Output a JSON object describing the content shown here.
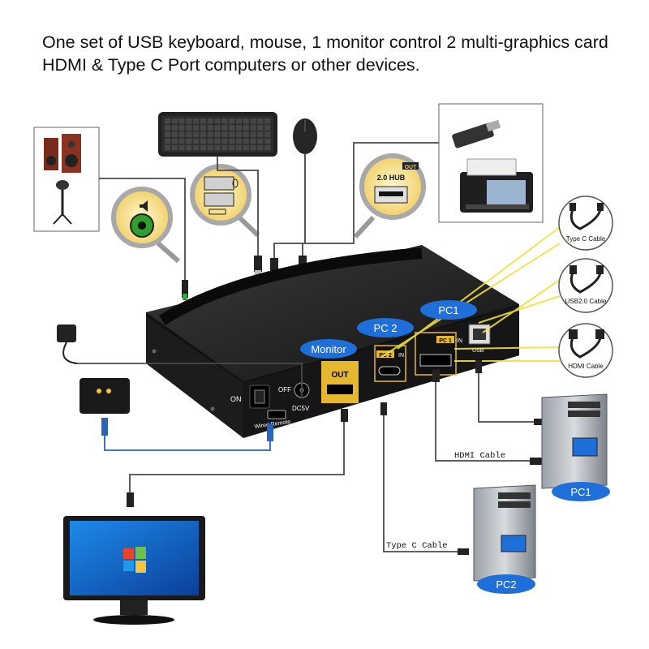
{
  "headline": "One set of USB keyboard, mouse, 1 monitor control 2 multi-graphics card HDMI & Type C Port computers or other devices.",
  "device": {
    "port_monitor_label": "Monitor",
    "port_pc2_label": "PC 2",
    "port_pc1_label": "PC1",
    "out_text": "OUT",
    "pc2_port_text": "PC 2",
    "pc2_in_text": "IN",
    "pc1_port_text": "PC 1",
    "pc1_in_text": "IN",
    "usb_text": "USB",
    "on_text": "ON",
    "off_text": "OFF",
    "dc5v_text": "DC5V",
    "wired_remote_text": "Wired Remote"
  },
  "zoom": {
    "hub_out_text": "OUT",
    "hub_label": "2.0 HUB"
  },
  "cables": {
    "type_c": "Type C Cable",
    "usb2": "USB2.0 Cable",
    "hdmi": "HDMI Cable"
  },
  "lines": {
    "hdmi_cable": "HDMI Cable",
    "type_c_cable": "Type C  Cable"
  },
  "computers": {
    "pc1": "PC1",
    "pc2": "PC2"
  },
  "colors": {
    "accent_blue": "#1e6fd9",
    "gold": "#f5c542",
    "device_black": "#1a1a1a",
    "wire_blue": "#2a63b8",
    "yellow_beam": "#f0e040"
  }
}
